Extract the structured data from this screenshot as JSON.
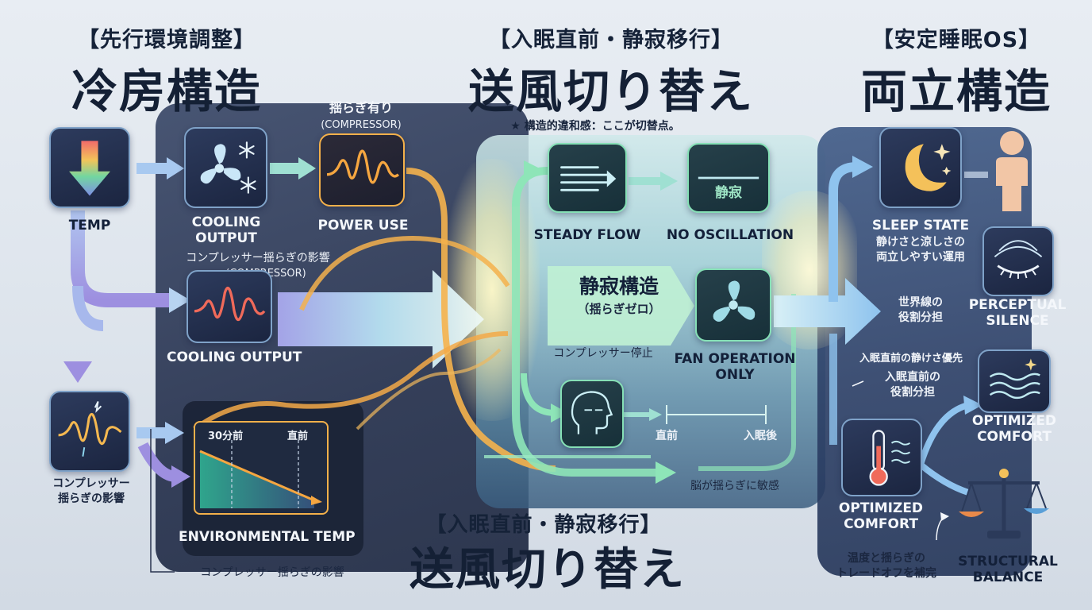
{
  "columns": {
    "left": {
      "subtitle": "【先行環境調整】",
      "title": "冷房構造"
    },
    "middle": {
      "subtitle": "【入眠直前・静寂移行】",
      "title": "送風切り替え",
      "note": "★ 構造的違和感：ここが切替点。"
    },
    "right": {
      "subtitle": "【安定睡眠OS】",
      "title": "両立構造"
    }
  },
  "left_nodes": {
    "temp": "TEMP",
    "cooling_output": "COOLING\nOUTPUT",
    "power_use_top": "揺らぎ有り",
    "power_use_top_sub": "(COMPRESSOR)",
    "power_use": "POWER USE",
    "compressor_note": "コンプレッサー揺らぎの影響",
    "compressor_note_sub": "(COMPRESSOR)",
    "cooling_output2": "COOLING OUTPUT",
    "compressor_influence": "コンプレッサー\n揺らぎの影響",
    "env_chart_start": "30分前",
    "env_chart_end": "直前",
    "env_temp": "ENVIRONMENTAL TEMP",
    "bottom_note": "コンプレッサー揺らぎの影響"
  },
  "middle_nodes": {
    "steady_flow": "STEADY FLOW",
    "silence_kanji": "静寂",
    "no_oscillation": "NO OSCILLATION",
    "silence_structure": "静寂構造",
    "silence_structure_sub": "（揺らぎゼロ）",
    "compressor_stop": "コンプレッサー停止",
    "fan_operation": "FAN OPERATION\nONLY",
    "timeline_start": "直前",
    "timeline_end": "入眠後",
    "brain_note": "脳が揺らぎに敏感",
    "bottom_subtitle": "【入眠直前・静寂移行】",
    "bottom_title": "送風切り替え"
  },
  "right_nodes": {
    "sleep_state": "SLEEP STATE",
    "sleep_state_sub": "静けさと涼しさの\n両立しやすい運用",
    "worldline": "世界線の\n役割分担",
    "perceptual_silence": "PERCEPTUAL\nSILENCE",
    "quiet_priority": "入眠直前の静けさ優先",
    "presleep_role": "入眠直前の\n役割分担",
    "optimized_comfort_right": "OPTIMIZED\nCOMFORT",
    "optimized_comfort_left": "OPTIMIZED\nCOMFORT",
    "tradeoff_note": "温度と揺らぎの\nトレードオフを補完",
    "structural_balance": "STRUCTURAL\nBALANCE"
  },
  "icons": [
    "arrow-down-icon",
    "fan-snowflake-icon",
    "wave-icon",
    "wave-icon",
    "spark-wave-icon",
    "steady-flow-icon",
    "silence-icon",
    "fan-icon",
    "head-profile-icon",
    "moon-stars-icon",
    "person-icon",
    "closed-eye-icon",
    "waves-sparkle-icon",
    "thermometer-icon",
    "balance-scale-icon"
  ],
  "colors": {
    "navy": "#1b2540",
    "green": "#86e0b6",
    "orange": "#f3b04a",
    "blue": "#8fc3ee",
    "glow": "#fff6c8"
  }
}
